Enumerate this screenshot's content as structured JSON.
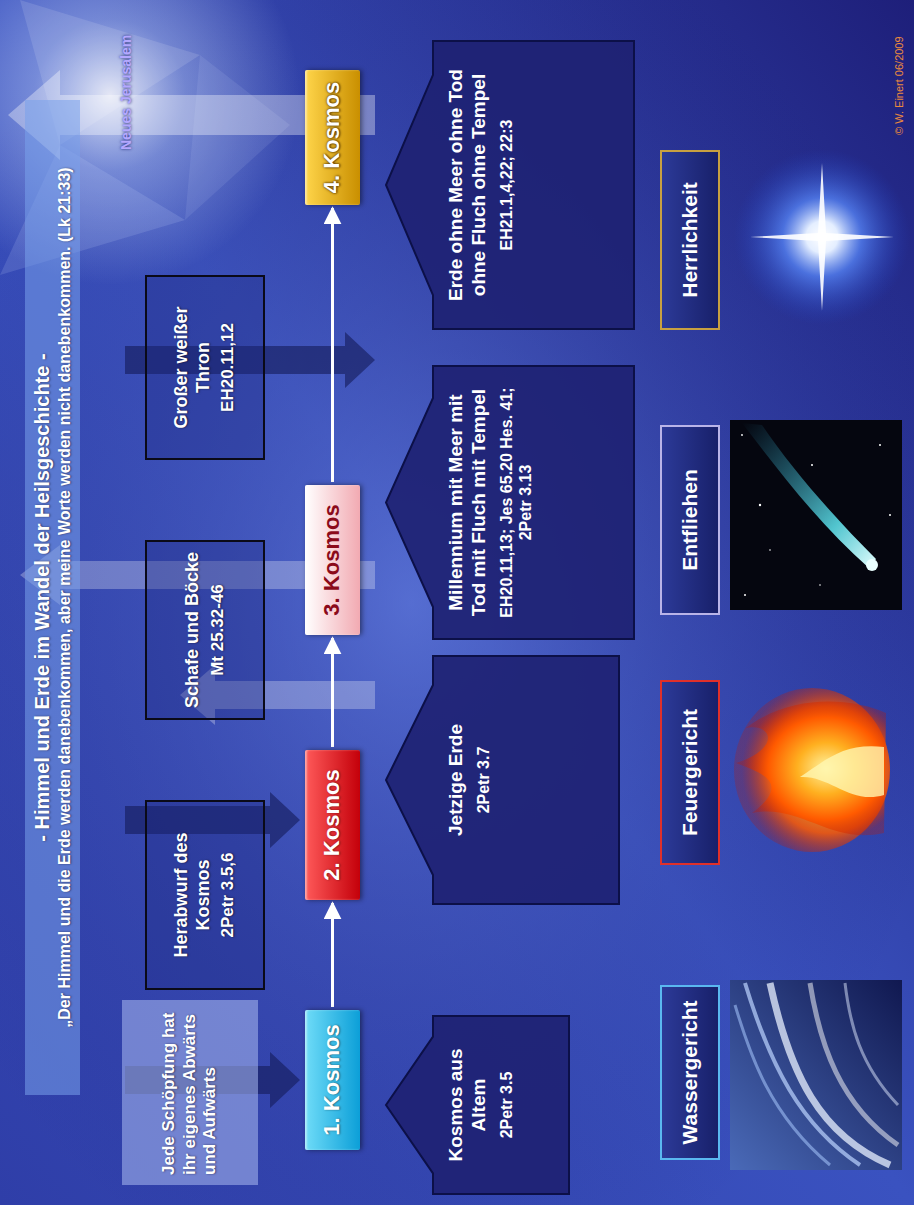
{
  "diagram": {
    "title": "- Himmel und Erde im Wandel der Heilsgeschichte -",
    "nodes": [
      {
        "text": [
          "Jede Schöpfung hat ihr eigenes Abwärts und Aufwärts"
        ]
      },
      {
        "text": [
          "1. Kosmos"
        ]
      },
      {
        "text": [
          "Herabwurf des Kosmos",
          "2Petr 3.5,6"
        ]
      },
      {
        "text": [
          "2. Kosmos"
        ]
      },
      {
        "text": [
          "Schafe und Böcke",
          "Mt 25.32-46"
        ]
      },
      {
        "text": [
          "3. Kosmos"
        ]
      },
      {
        "text": [
          "Großer weißer Thron",
          "EH20.11,12"
        ]
      },
      {
        "text": [
          "4. Kosmos"
        ]
      },
      {
        "text": [
          "Kosmos aus Altem",
          "2Petr 3.5"
        ]
      },
      {
        "text": [
          "Jetzige Erde",
          "2Petr 3.7"
        ]
      },
      {
        "text": [
          "Millennium mit Meer mit Tod mit Fluch mit Tempel",
          "EH20.11,13; Jes 65.20 Hes. 41; 2Petr 3.13"
        ]
      },
      {
        "text": [
          "Erde ohne Meer ohne Tod ohne Fluch ohne Tempel",
          "EH21.1,4,22; 22:3"
        ]
      },
      {
        "text": [
          "Wassergericht"
        ]
      },
      {
        "text": [
          "Feuergericht"
        ]
      },
      {
        "text": [
          "Entfliehen"
        ]
      },
      {
        "text": [
          "Herrlichkeit"
        ]
      }
    ],
    "edges": [
      {
        "from": 1,
        "to": 3,
        "arrow": "to"
      },
      {
        "from": 3,
        "to": 5,
        "arrow": "to"
      },
      {
        "from": 5,
        "to": 7,
        "arrow": "to"
      }
    ],
    "labels": [
      "„Der Himmel und die Erde werden danebenkommen, aber meine Worte werden nicht danebenkommen. (Lk 21:33)",
      "Neues Jerusalem",
      "© W. Einert 06/2009"
    ]
  }
}
